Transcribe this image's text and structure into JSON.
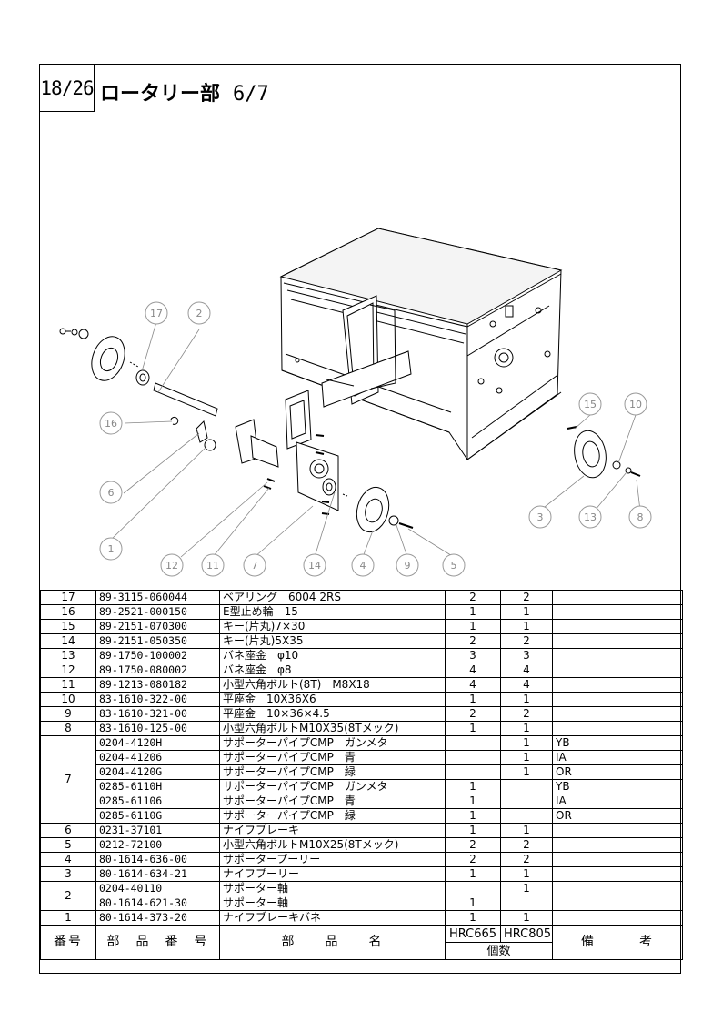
{
  "page": {
    "number": "18/26",
    "title": "ロータリー部",
    "subtitle": "6/7"
  },
  "callouts": [
    "17",
    "2",
    "16",
    "6",
    "1",
    "12",
    "11",
    "7",
    "14",
    "4",
    "9",
    "5",
    "15",
    "10",
    "3",
    "13",
    "8"
  ],
  "table": {
    "rows": [
      {
        "no": "17",
        "part": "89-3115-060044",
        "name": "ベアリング　6004 2RS",
        "a": "2",
        "b": "2",
        "note": ""
      },
      {
        "no": "16",
        "part": "89-2521-000150",
        "name": "E型止め輪　15",
        "a": "1",
        "b": "1",
        "note": ""
      },
      {
        "no": "15",
        "part": "89-2151-070300",
        "name": "キー(片丸)7×30",
        "a": "1",
        "b": "1",
        "note": ""
      },
      {
        "no": "14",
        "part": "89-2151-050350",
        "name": "キー(片丸)5X35",
        "a": "2",
        "b": "2",
        "note": ""
      },
      {
        "no": "13",
        "part": "89-1750-100002",
        "name": "バネ座金　φ10",
        "a": "3",
        "b": "3",
        "note": ""
      },
      {
        "no": "12",
        "part": "89-1750-080002",
        "name": "バネ座金　φ8",
        "a": "4",
        "b": "4",
        "note": ""
      },
      {
        "no": "11",
        "part": "89-1213-080182",
        "name": "小型六角ボルト(8T)　M8X18",
        "a": "4",
        "b": "4",
        "note": ""
      },
      {
        "no": "10",
        "part": "83-1610-322-00",
        "name": "平座金　10X36X6",
        "a": "1",
        "b": "1",
        "note": ""
      },
      {
        "no": "9",
        "part": "83-1610-321-00",
        "name": "平座金　10×36×4.5",
        "a": "2",
        "b": "2",
        "note": ""
      },
      {
        "no": "8",
        "part": "83-1610-125-00",
        "name": "小型六角ボルトM10X35(8Tメック)",
        "a": "1",
        "b": "1",
        "note": ""
      }
    ],
    "group7": {
      "no": "7",
      "rows": [
        {
          "part": "0204-4120H",
          "name": "サポーターパイプCMP　ガンメタ",
          "a": "",
          "b": "1",
          "note": "YB"
        },
        {
          "part": "0204-41206",
          "name": "サポーターパイプCMP　青",
          "a": "",
          "b": "1",
          "note": "IA"
        },
        {
          "part": "0204-4120G",
          "name": "サポーターパイプCMP　緑",
          "a": "",
          "b": "1",
          "note": "OR"
        },
        {
          "part": "0285-6110H",
          "name": "サポーターパイプCMP　ガンメタ",
          "a": "1",
          "b": "",
          "note": "YB"
        },
        {
          "part": "0285-61106",
          "name": "サポーターパイプCMP　青",
          "a": "1",
          "b": "",
          "note": "IA"
        },
        {
          "part": "0285-6110G",
          "name": "サポーターパイプCMP　緑",
          "a": "1",
          "b": "",
          "note": "OR"
        }
      ]
    },
    "rows_after": [
      {
        "no": "6",
        "part": "0231-37101",
        "name": "ナイフブレーキ",
        "a": "1",
        "b": "1",
        "note": ""
      },
      {
        "no": "5",
        "part": "0212-72100",
        "name": "小型六角ボルトM10X25(8Tメック)",
        "a": "2",
        "b": "2",
        "note": ""
      },
      {
        "no": "4",
        "part": "80-1614-636-00",
        "name": "サポータープーリー",
        "a": "2",
        "b": "2",
        "note": ""
      },
      {
        "no": "3",
        "part": "80-1614-634-21",
        "name": "ナイフプーリー",
        "a": "1",
        "b": "1",
        "note": ""
      }
    ],
    "group2": {
      "no": "2",
      "rows": [
        {
          "part": "0204-40110",
          "name": "サポーター軸",
          "a": "",
          "b": "1",
          "note": ""
        },
        {
          "part": "80-1614-621-30",
          "name": "サポーター軸",
          "a": "1",
          "b": "",
          "note": ""
        }
      ]
    },
    "row1": {
      "no": "1",
      "part": "80-1614-373-20",
      "name": "ナイフブレーキバネ",
      "a": "1",
      "b": "1",
      "note": ""
    },
    "header": {
      "no": "番号",
      "part": "部　品　番　号",
      "name": "部　　品　　名",
      "model_a": "HRC665",
      "model_b": "HRC805",
      "qty": "個数",
      "note": "備　　　考"
    }
  }
}
